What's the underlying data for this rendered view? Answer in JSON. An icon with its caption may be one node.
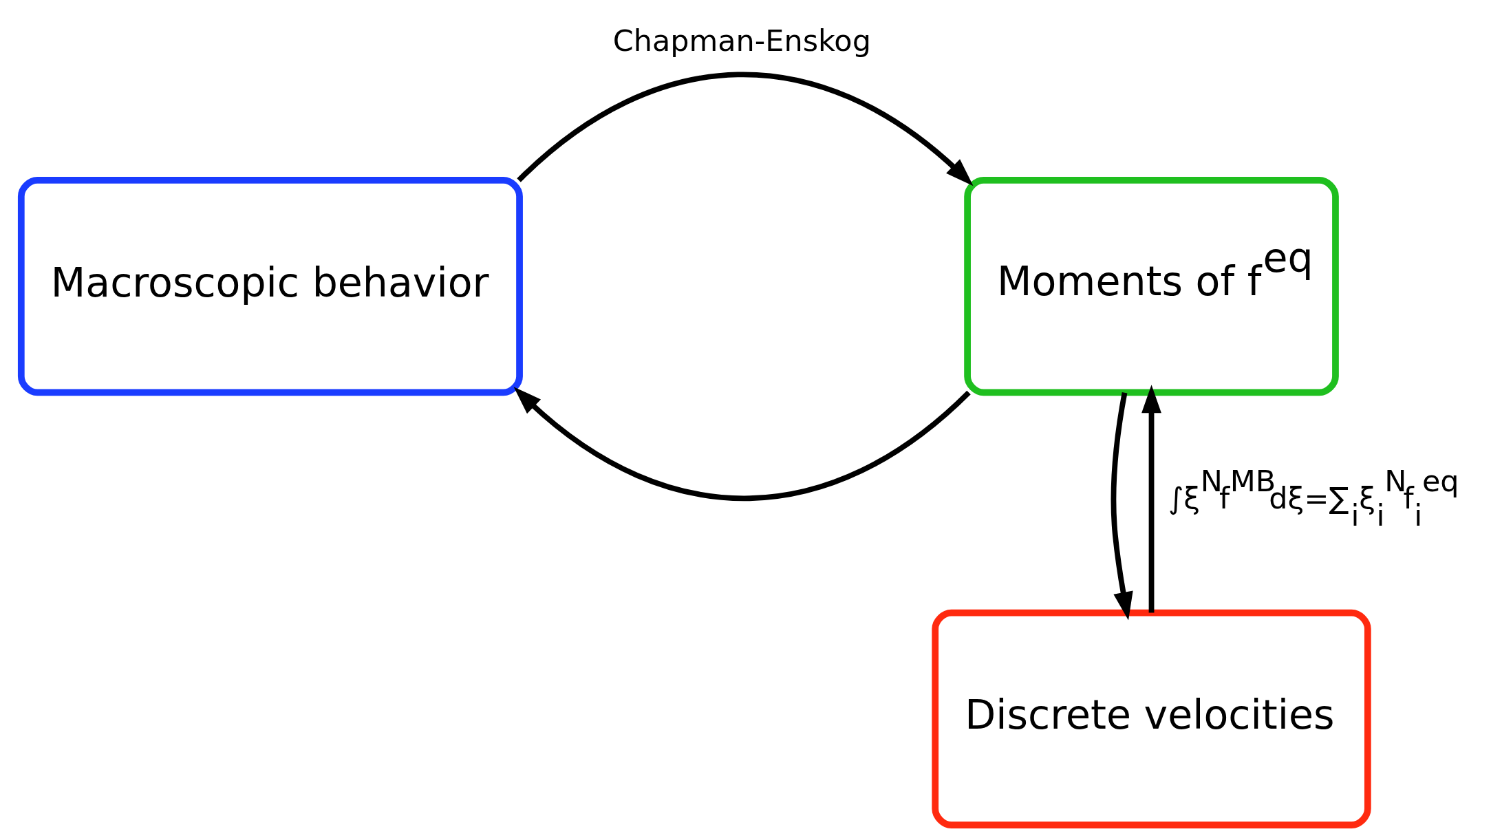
{
  "diagram": {
    "nodes": [
      {
        "text": [
          "Macroscopic behavior"
        ]
      },
      {
        "text": [
          "Moments of f$^{eq}$"
        ]
      },
      {
        "text": [
          "Discrete velocities"
        ]
      }
    ],
    "edges": [
      {
        "from": 0,
        "to": 1,
        "arrow": "to",
        "label": "Chapman-Enskog"
      },
      {
        "from": 1,
        "to": 0,
        "arrow": "to"
      },
      {
        "from": 1,
        "to": 2,
        "arrow": "to"
      },
      {
        "from": 2,
        "to": 1,
        "arrow": "to",
        "label": "∫ξ$^{N}$f$^{MB}$dξ=∑$_{i}$ξ$_{i}$$^{N}$f$_{i}$$^{eq}$"
      }
    ]
  }
}
